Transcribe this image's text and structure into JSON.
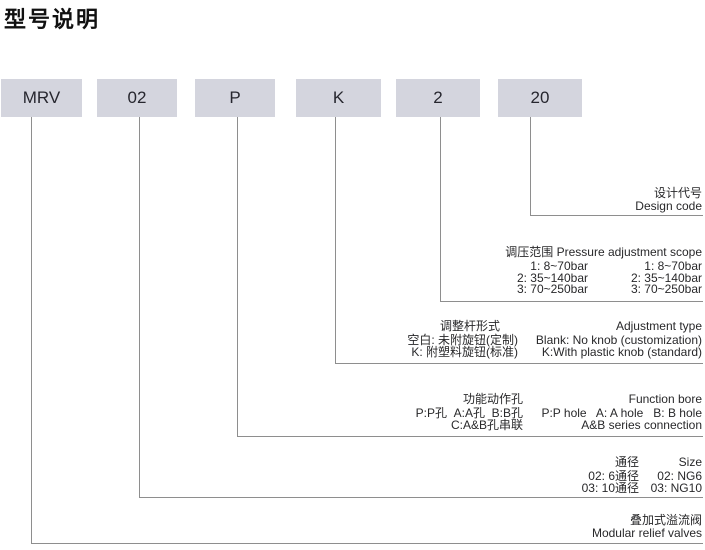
{
  "page_title": "型号说明",
  "colors": {
    "box_fill": "#d4d5de",
    "connector_line": "#8e8e8e",
    "text": "#28282a"
  },
  "model_boxes": [
    {
      "code": "MRV"
    },
    {
      "code": "02"
    },
    {
      "code": "P"
    },
    {
      "code": "K"
    },
    {
      "code": "2"
    },
    {
      "code": "20"
    }
  ],
  "sections": {
    "design_code": {
      "cn": "设计代号",
      "en": "Design code"
    },
    "pressure": {
      "header_cn": "调压范围",
      "header_en": "Pressure adjustment scope",
      "rows": [
        {
          "cn": "1: 8~70bar",
          "en": "1: 8~70bar"
        },
        {
          "cn": "2: 35~140bar",
          "en": "2: 35~140bar"
        },
        {
          "cn": "3: 70~250bar",
          "en": "3: 70~250bar"
        }
      ]
    },
    "adjustment": {
      "header_cn": "调整杆形式",
      "header_en": "Adjustment type",
      "rows": [
        {
          "cn": "空白: 未附旋钮(定制)",
          "en": "Blank: No knob (customization)"
        },
        {
          "cn": "K: 附塑料旋钮(标准)",
          "en": "K:With plastic knob (standard)"
        }
      ]
    },
    "function_bore": {
      "header_cn": "功能动作孔",
      "header_en": "Function bore",
      "rows": [
        {
          "cn": "P:P孔  A:A孔  B:B孔",
          "en": "P:P hole   A: A hole   B: B hole"
        },
        {
          "cn": "C:A&B孔串联",
          "en": "A&B series connection"
        }
      ]
    },
    "size": {
      "header_cn": "通径",
      "header_en": "Size",
      "rows": [
        {
          "cn": "02: 6通径",
          "en": "02: NG6"
        },
        {
          "cn": "03: 10通径",
          "en": "03: NG10"
        }
      ]
    },
    "product": {
      "cn": "叠加式溢流阀",
      "en": "Modular relief valves"
    }
  }
}
